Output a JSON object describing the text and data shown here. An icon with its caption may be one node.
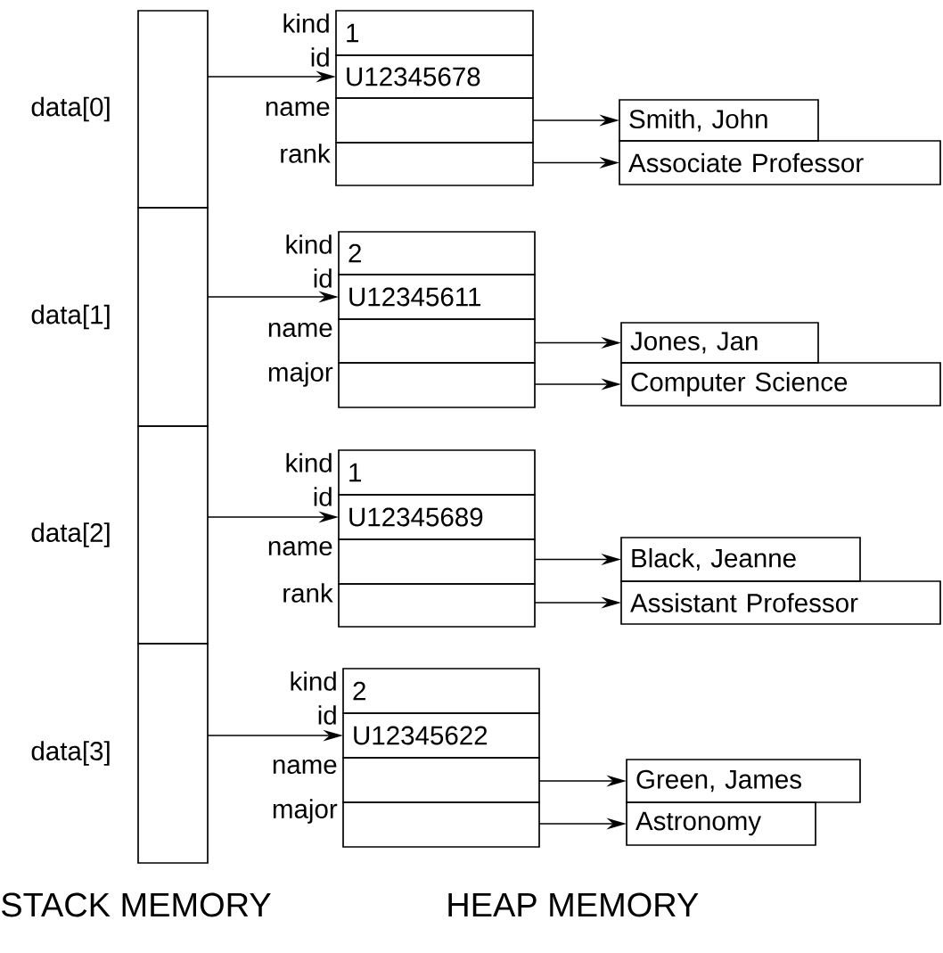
{
  "diagram": {
    "nodes": [
      {
        "text": [],
        "shape": "box",
        "beside": [
          "data[0]"
        ]
      },
      {
        "text": [
          "1"
        ],
        "beside": [
          "kind"
        ]
      },
      {
        "text": [
          "U12345678"
        ],
        "beside": [
          "id"
        ]
      },
      {
        "text": [],
        "shape": "box",
        "beside": [
          "name"
        ]
      },
      {
        "text": [],
        "shape": "box",
        "beside": [
          "rank"
        ]
      },
      {
        "text": [
          "Smith, John"
        ]
      },
      {
        "text": [
          "Associate Professor"
        ]
      },
      {
        "text": [],
        "shape": "box",
        "beside": [
          "data[1]"
        ]
      },
      {
        "text": [
          "2"
        ],
        "beside": [
          "kind"
        ]
      },
      {
        "text": [
          "U12345611"
        ],
        "beside": [
          "id"
        ]
      },
      {
        "text": [],
        "shape": "box",
        "beside": [
          "name"
        ]
      },
      {
        "text": [],
        "shape": "box",
        "beside": [
          "major"
        ]
      },
      {
        "text": [
          "Jones, Jan"
        ]
      },
      {
        "text": [
          "Computer Science"
        ]
      },
      {
        "text": [],
        "shape": "box",
        "beside": [
          "data[2]"
        ]
      },
      {
        "text": [
          "1"
        ],
        "beside": [
          "kind"
        ]
      },
      {
        "text": [
          "U12345689"
        ],
        "beside": [
          "id"
        ]
      },
      {
        "text": [],
        "shape": "box",
        "beside": [
          "name"
        ]
      },
      {
        "text": [],
        "shape": "box",
        "beside": [
          "rank"
        ]
      },
      {
        "text": [
          "Black, Jeanne"
        ]
      },
      {
        "text": [
          "Assistant Professor"
        ]
      },
      {
        "text": [],
        "shape": "box",
        "beside": [
          "data[3]"
        ]
      },
      {
        "text": [
          "2"
        ],
        "beside": [
          "kind"
        ]
      },
      {
        "text": [
          "U12345622"
        ],
        "beside": [
          "id"
        ]
      },
      {
        "text": [],
        "shape": "box",
        "beside": [
          "name"
        ]
      },
      {
        "text": [],
        "shape": "box",
        "beside": [
          "major"
        ]
      },
      {
        "text": [
          "Green, James"
        ]
      },
      {
        "text": [
          "Astronomy"
        ]
      }
    ],
    "edges": [
      {
        "from": 0,
        "to": 2,
        "arrow": "to"
      },
      {
        "from": 3,
        "to": 5,
        "arrow": "to"
      },
      {
        "from": 4,
        "to": 6,
        "arrow": "to"
      },
      {
        "from": 7,
        "to": 9,
        "arrow": "to"
      },
      {
        "from": 10,
        "to": 12,
        "arrow": "to"
      },
      {
        "from": 11,
        "to": 13,
        "arrow": "to"
      },
      {
        "from": 14,
        "to": 16,
        "arrow": "to"
      },
      {
        "from": 17,
        "to": 19,
        "arrow": "to"
      },
      {
        "from": 18,
        "to": 20,
        "arrow": "to"
      },
      {
        "from": 21,
        "to": 23,
        "arrow": "to"
      },
      {
        "from": 24,
        "to": 26,
        "arrow": "to"
      },
      {
        "from": 25,
        "to": 27,
        "arrow": "to"
      }
    ],
    "labels": [
      "STACK MEMORY",
      "HEAP MEMORY"
    ]
  }
}
